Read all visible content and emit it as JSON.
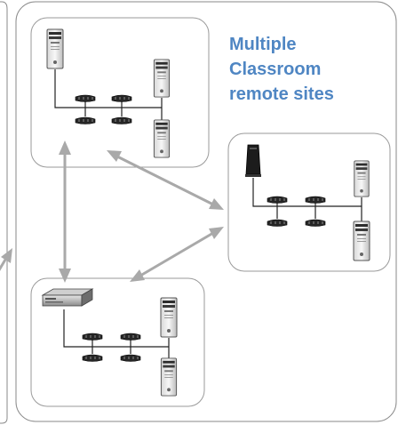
{
  "title_lines": [
    "Multiple",
    "Classroom",
    "remote sites"
  ],
  "colors": {
    "title": "#4f86c3",
    "panel_border": "#8a8a8a",
    "site_border": "#9a9a9a",
    "arrow": "#a9a9a9",
    "device_dark": "#1a1a1a"
  },
  "icons": {
    "pc": "desktop-tower-icon",
    "terminal": "thin-client-tower-icon",
    "rack_server": "rack-server-icon",
    "access_device": "multipoint-access-device-icon"
  }
}
